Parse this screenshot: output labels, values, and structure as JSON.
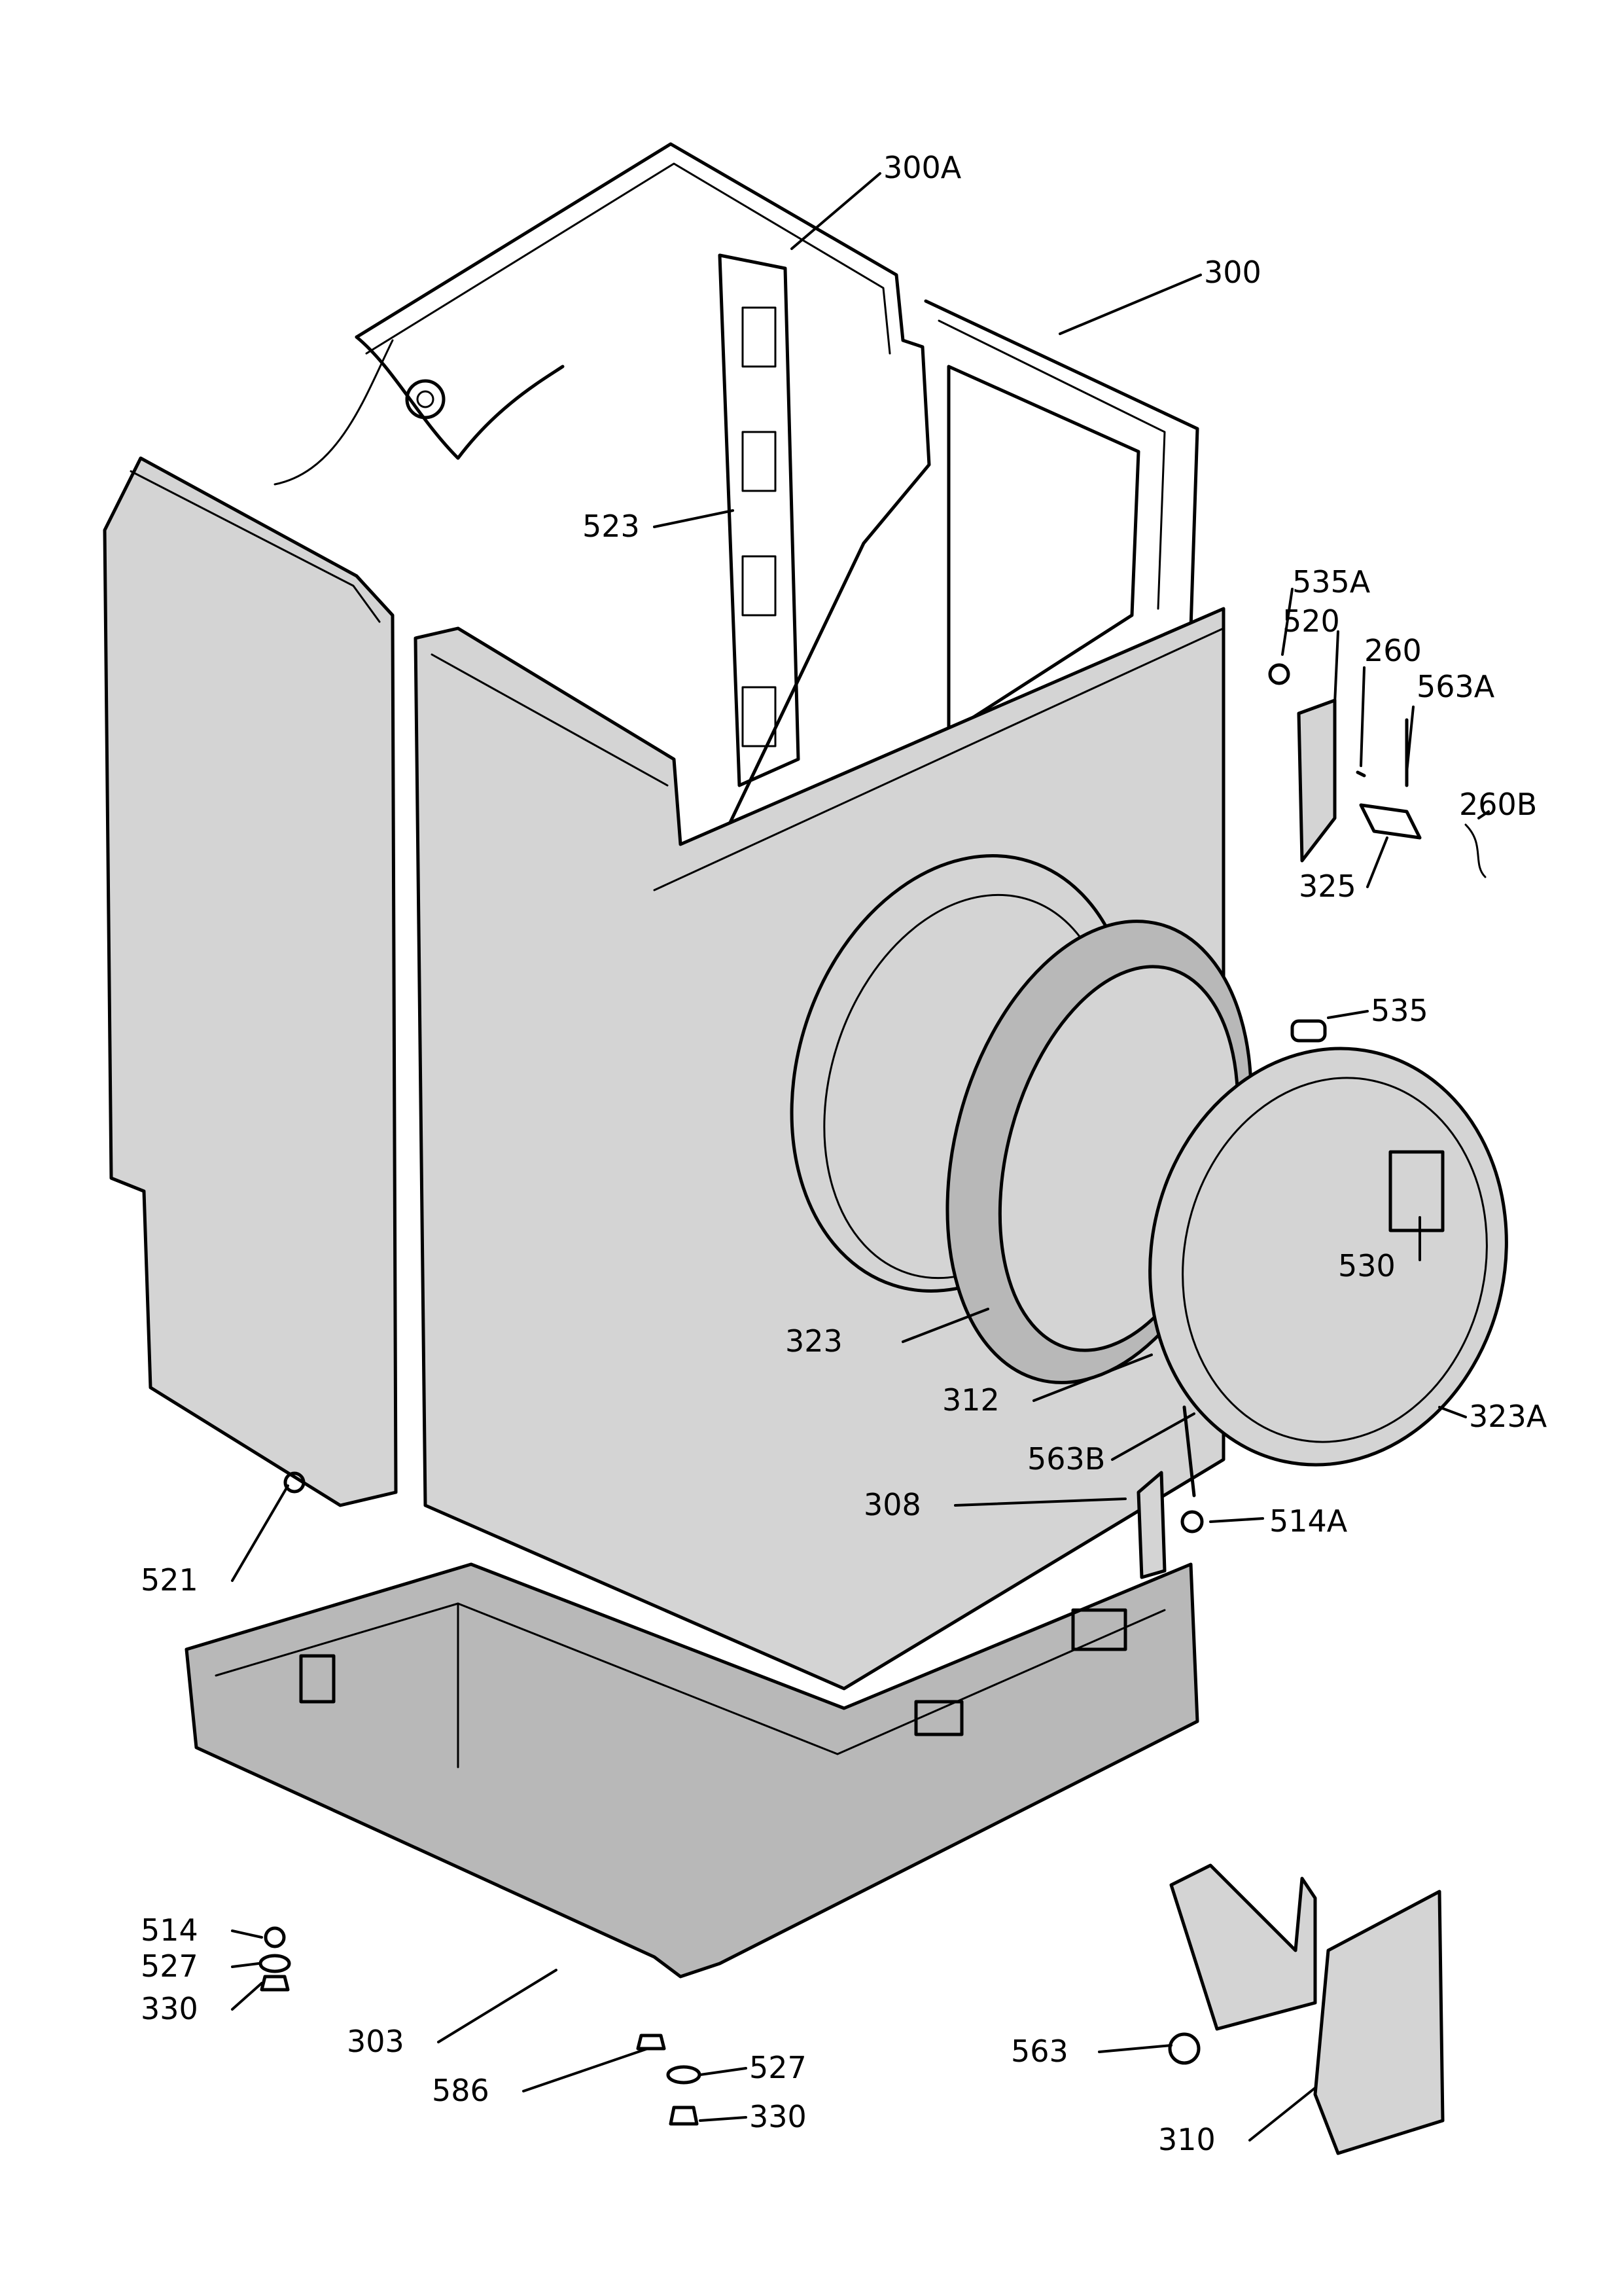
{
  "callouts": [
    {
      "id": "c300A",
      "text": "300A"
    },
    {
      "id": "c300",
      "text": "300"
    },
    {
      "id": "c523",
      "text": "523"
    },
    {
      "id": "c535A",
      "text": "535A"
    },
    {
      "id": "c520",
      "text": "520"
    },
    {
      "id": "c260",
      "text": "260"
    },
    {
      "id": "c563A",
      "text": "563A"
    },
    {
      "id": "c260B",
      "text": "260B"
    },
    {
      "id": "c325",
      "text": "325"
    },
    {
      "id": "c535",
      "text": "535"
    },
    {
      "id": "c530",
      "text": "530"
    },
    {
      "id": "c323",
      "text": "323"
    },
    {
      "id": "c312",
      "text": "312"
    },
    {
      "id": "c323A",
      "text": "323A"
    },
    {
      "id": "c563B",
      "text": "563B"
    },
    {
      "id": "c308",
      "text": "308"
    },
    {
      "id": "c514A",
      "text": "514A"
    },
    {
      "id": "c521",
      "text": "521"
    },
    {
      "id": "c514",
      "text": "514"
    },
    {
      "id": "c527a",
      "text": "527"
    },
    {
      "id": "c330a",
      "text": "330"
    },
    {
      "id": "c303",
      "text": "303"
    },
    {
      "id": "c586",
      "text": "586"
    },
    {
      "id": "c527b",
      "text": "527"
    },
    {
      "id": "c330b",
      "text": "330"
    },
    {
      "id": "c563",
      "text": "563"
    },
    {
      "id": "c310",
      "text": "310"
    }
  ]
}
